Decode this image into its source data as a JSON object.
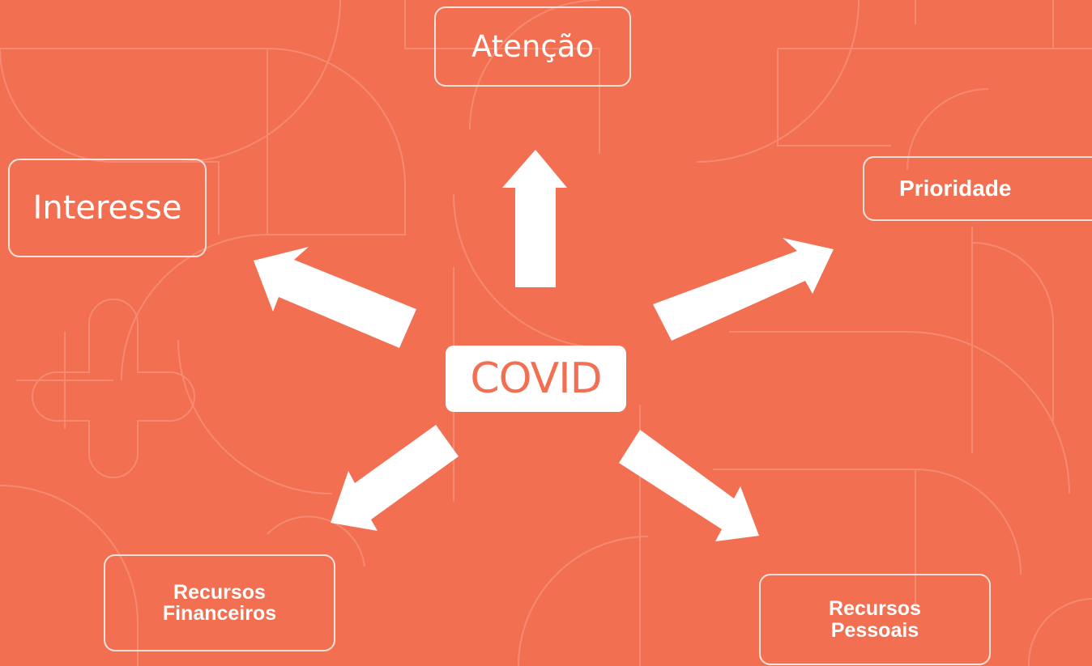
{
  "center": {
    "label": "COVID"
  },
  "nodes": {
    "atencao": {
      "label": "Atenção"
    },
    "interesse": {
      "label": "Interesse"
    },
    "prioridade": {
      "label": "Prioridade"
    },
    "recursos_financeiros": {
      "line1": "Recursos",
      "line2": "Financeiros"
    },
    "recursos_pessoais": {
      "line1": "Recursos",
      "line2": "Pessoais"
    }
  },
  "colors": {
    "background": "#f26f52",
    "pattern_line": "#f58a71",
    "box_border": "#fbe3dc",
    "arrow": "#ffffff",
    "center_text": "#f26f52"
  }
}
